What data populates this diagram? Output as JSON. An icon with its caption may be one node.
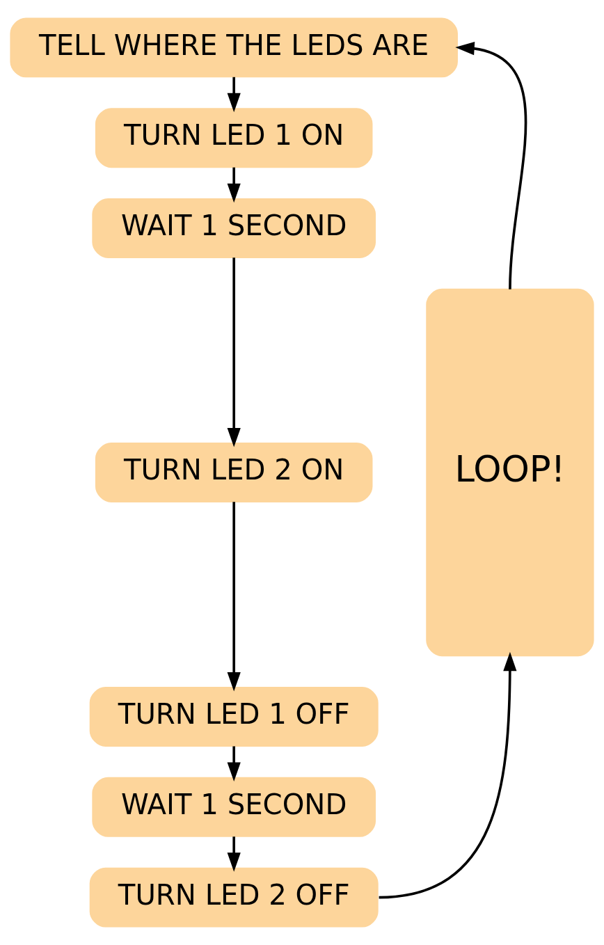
{
  "diagram": {
    "nodes": [
      {
        "text": [
          "TELL WHERE THE LEDS ARE"
        ]
      },
      {
        "text": [
          "TURN LED 1 ON"
        ]
      },
      {
        "text": [
          "WAIT 1 SECOND"
        ]
      },
      {
        "text": [
          "TURN LED 2 ON"
        ]
      },
      {
        "text": [
          "TURN LED 1 OFF"
        ]
      },
      {
        "text": [
          "WAIT 1 SECOND"
        ]
      },
      {
        "text": [
          "TURN LED 2 OFF"
        ]
      },
      {
        "text": [
          "LOOP!"
        ]
      }
    ],
    "edges": [
      {
        "from": 0,
        "to": 1,
        "arrow": "to"
      },
      {
        "from": 1,
        "to": 2,
        "arrow": "to"
      },
      {
        "from": 2,
        "to": 3,
        "arrow": "to"
      },
      {
        "from": 3,
        "to": 4,
        "arrow": "to"
      },
      {
        "from": 4,
        "to": 5,
        "arrow": "to"
      },
      {
        "from": 5,
        "to": 6,
        "arrow": "to"
      },
      {
        "from": 6,
        "to": 7,
        "arrow": "to"
      },
      {
        "from": 7,
        "to": 0,
        "arrow": "to"
      }
    ]
  }
}
